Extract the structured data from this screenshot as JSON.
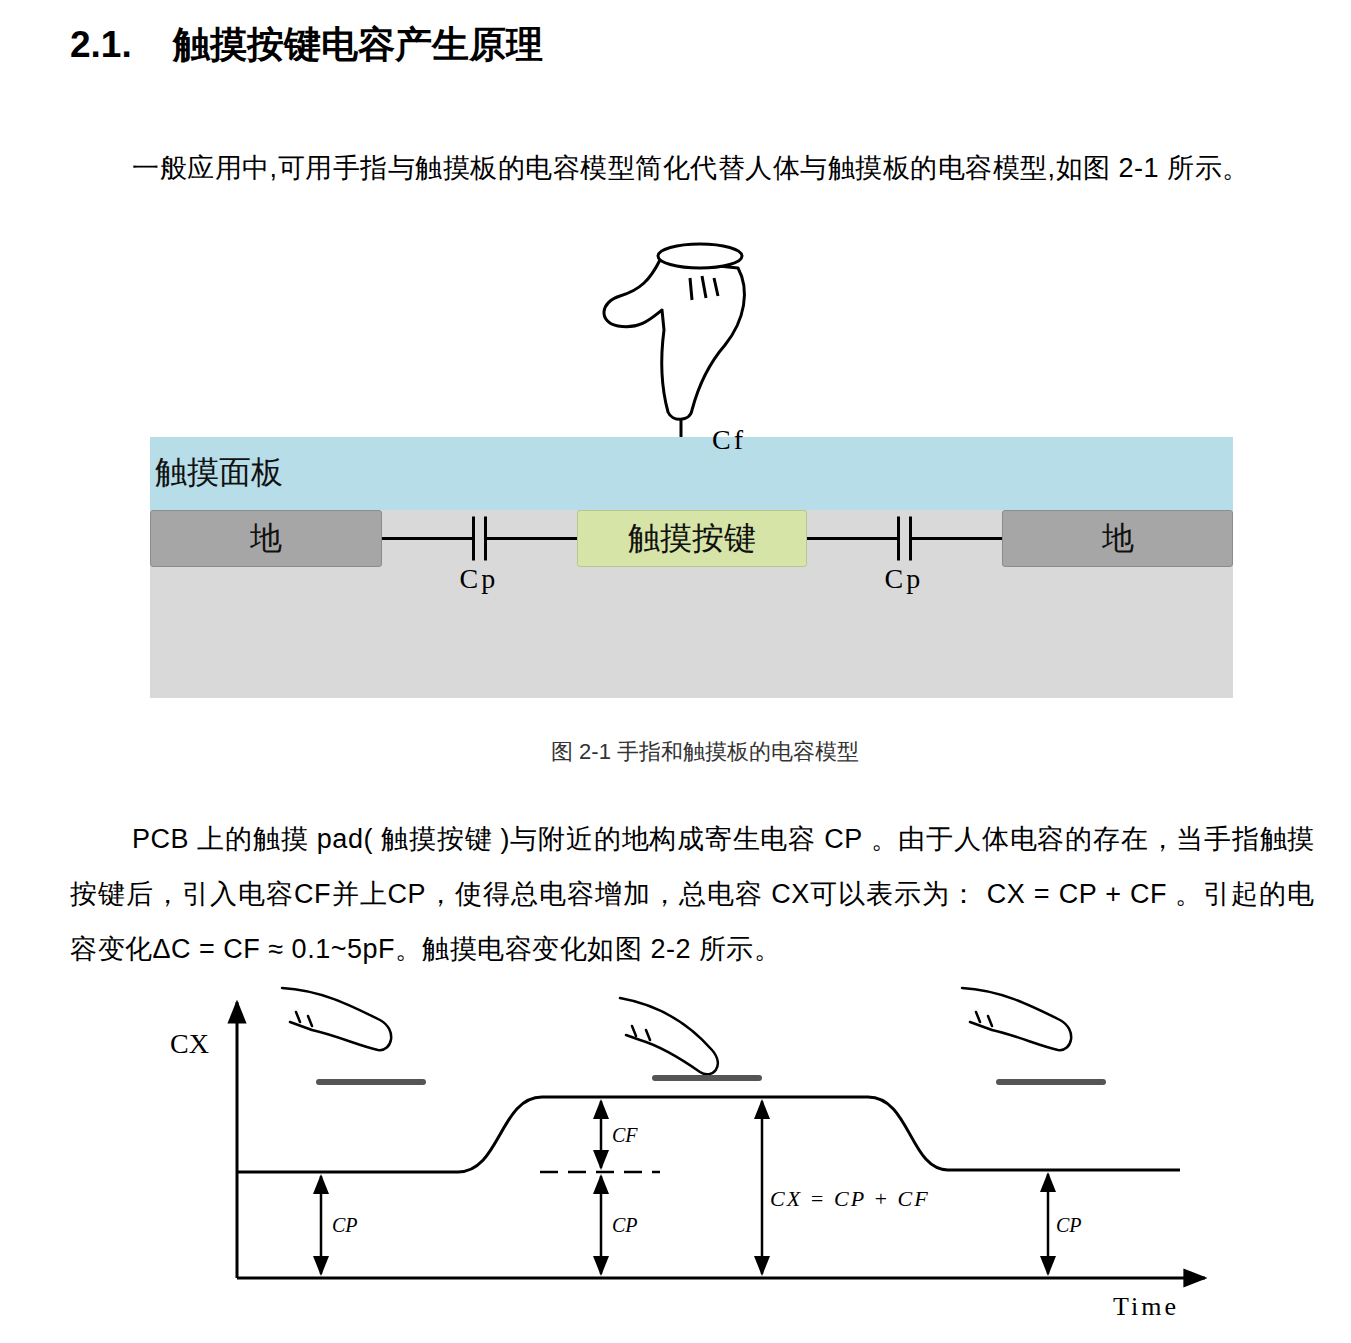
{
  "diagram": {
    "title": "2.1.    触摸按键电容产生原理",
    "caption": "图 2-1 手指和触摸板的电容模型",
    "nodes": [
      {
        "text": [
          "触摸面板"
        ]
      },
      {
        "text": [
          "地"
        ]
      },
      {
        "text": [
          "触摸按键"
        ]
      },
      {
        "text": [
          "地"
        ]
      }
    ],
    "edges": [
      {
        "from": 1,
        "to": 2,
        "arrow": "none",
        "label": "Cp"
      },
      {
        "from": 2,
        "to": 3,
        "arrow": "none",
        "label": "Cp"
      }
    ],
    "labels": [
      "一般应用中,可用手指与触摸板的电容模型简化代替人体与触摸板的电容模型,如图 2-1 所示。",
      "Cf",
      "PCB 上的触摸 pad( 触摸按键 )与附近的地构成寄生电容 CP 。由于人体电容的存在，当手指触摸按键后，引入电容CF并上CP，使得总电容增加，总电容 CX可以表示为： CX = CP + CF 。引起的电容变化ΔC = CF ≈ 0.1~5pF。触摸电容变化如图 2-2 所示。",
      "CX",
      "CF",
      "CP",
      "CP",
      "CX = CP + CF",
      "CP",
      "Time"
    ]
  }
}
